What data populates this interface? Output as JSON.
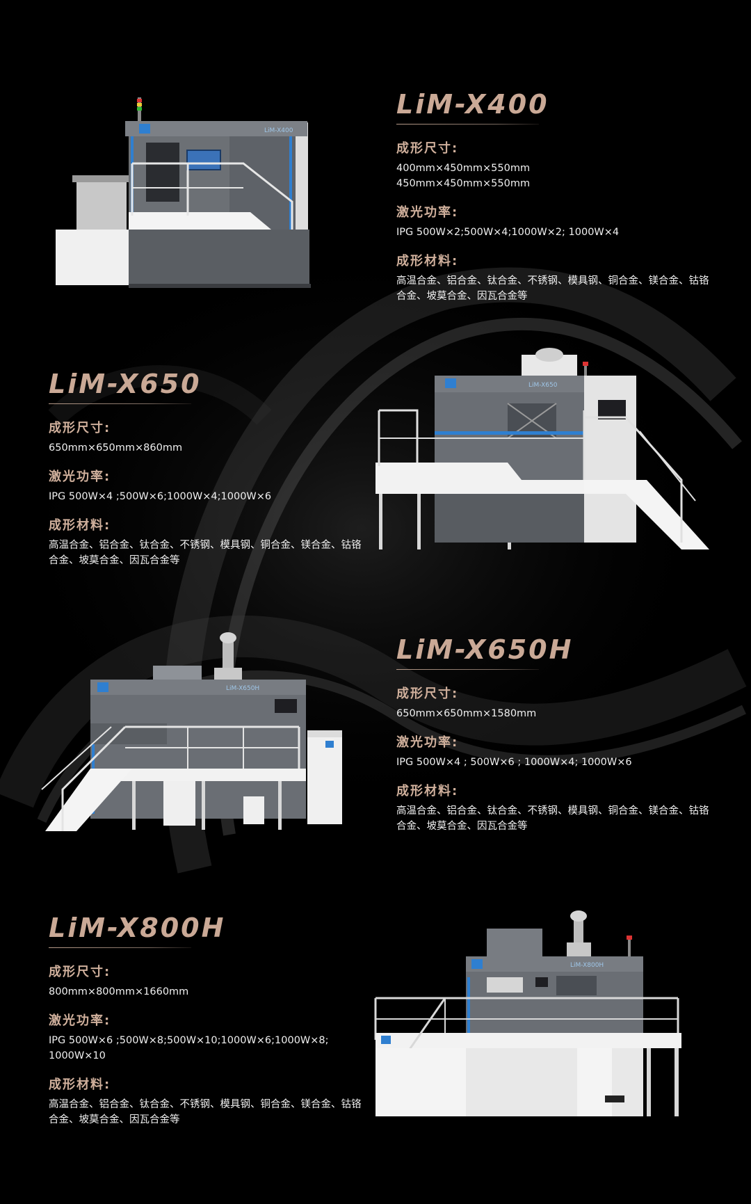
{
  "labels": {
    "size": "成形尺寸:",
    "laser": "激光功率:",
    "material": "成形材料:"
  },
  "products": [
    {
      "model": "LiM-X400",
      "size": "400mm×450mm×550mm\n450mm×450mm×550mm",
      "laser": "IPG 500W×2;500W×4;1000W×2; 1000W×4",
      "material": "高温合金、铝合金、钛合金、不锈钢、模具钢、铜合金、镁合金、钴铬\n合金、坡莫合金、因瓦合金等",
      "panel_text": "LiM-X400"
    },
    {
      "model": "LiM-X650",
      "size": "650mm×650mm×860mm",
      "laser": "IPG 500W×4 ;500W×6;1000W×4;1000W×6",
      "material": "高温合金、铝合金、钛合金、不锈钢、模具钢、铜合金、镁合金、钴铬\n合金、坡莫合金、因瓦合金等",
      "panel_text": "LiM-X650"
    },
    {
      "model": "LiM-X650H",
      "size": "650mm×650mm×1580mm",
      "laser": "IPG 500W×4 ; 500W×6 ; 1000W×4; 1000W×6",
      "material": "高温合金、铝合金、钛合金、不锈钢、模具钢、铜合金、镁合金、钴铬\n合金、坡莫合金、因瓦合金等",
      "panel_text": "LiM-X650H"
    },
    {
      "model": "LiM-X800H",
      "size": "800mm×800mm×1660mm",
      "laser": "IPG 500W×6 ;500W×8;500W×10;1000W×6;1000W×8;\n1000W×10",
      "material": "高温合金、铝合金、钛合金、不锈钢、模具钢、铜合金、镁合金、钴铬\n合金、坡莫合金、因瓦合金等",
      "panel_text": "LiM-X800H"
    }
  ],
  "colors": {
    "background": "#000000",
    "title": "#caa996",
    "label": "#d0b09c",
    "machine_body": "#6c7075",
    "machine_white": "#f2f2f2",
    "accent_blue": "#2f7fd0"
  }
}
